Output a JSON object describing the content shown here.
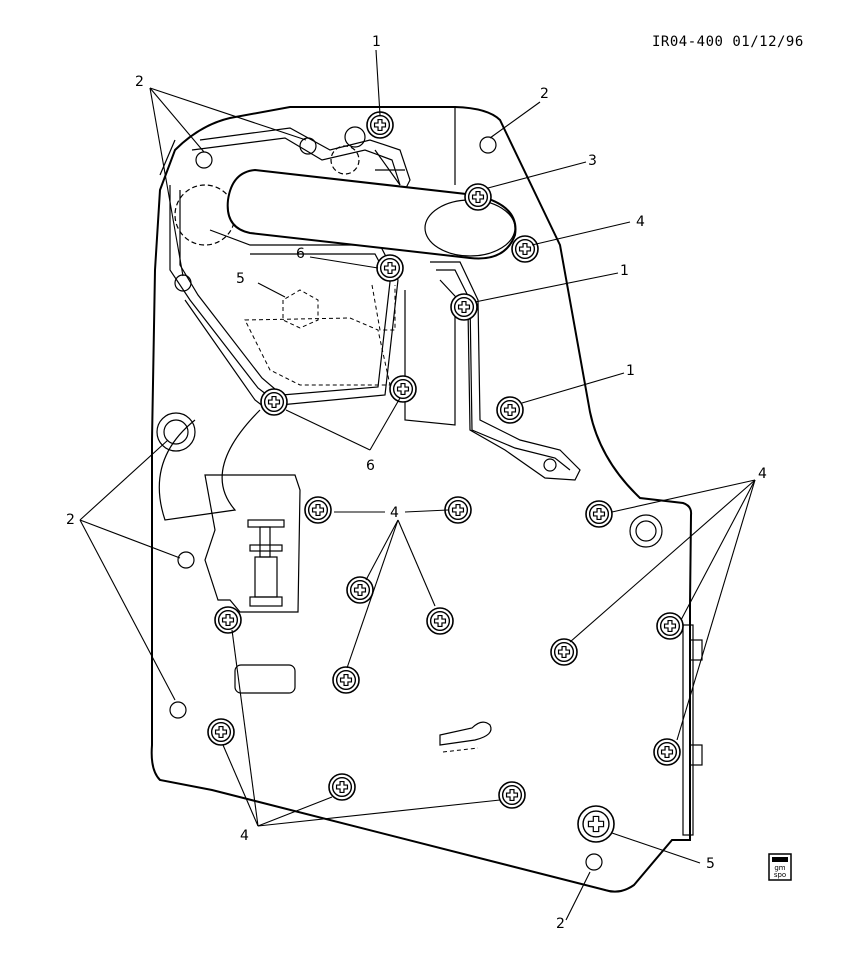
{
  "header_code": "IR04-400 01/12/96",
  "logo": {
    "line1": "gm",
    "line2": "spo"
  },
  "callouts": {
    "c1a": "1",
    "c1b": "1",
    "c1c": "1",
    "c2a": "2",
    "c2b": "2",
    "c2c": "2",
    "c2d": "2",
    "c3": "3",
    "c4a": "4",
    "c4b": "4",
    "c4c": "4",
    "c4d": "4",
    "c5a": "5",
    "c5b": "5",
    "c6a": "6",
    "c6b": "6"
  }
}
